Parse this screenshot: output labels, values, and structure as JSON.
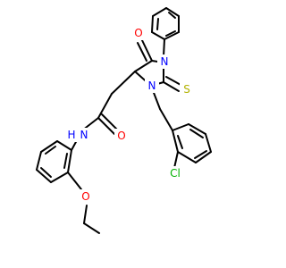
{
  "molecule": {
    "colors": {
      "carbon_bond": "#000000",
      "oxygen": "#ff0000",
      "nitrogen": "#0000ff",
      "sulfur": "#b2b200",
      "chlorine": "#00b200"
    },
    "atoms": [
      {
        "id": "O_imid",
        "text": "O"
      },
      {
        "id": "N_phenyl",
        "text": "N"
      },
      {
        "id": "S_thioxo",
        "text": "S"
      },
      {
        "id": "N_benzyl",
        "text": "N"
      },
      {
        "id": "O_amide",
        "text": "O"
      },
      {
        "id": "N_amide",
        "text": "N"
      },
      {
        "id": "H_amide",
        "text": "H"
      },
      {
        "id": "Cl",
        "text": "Cl"
      },
      {
        "id": "O_ether",
        "text": "O"
      }
    ]
  }
}
